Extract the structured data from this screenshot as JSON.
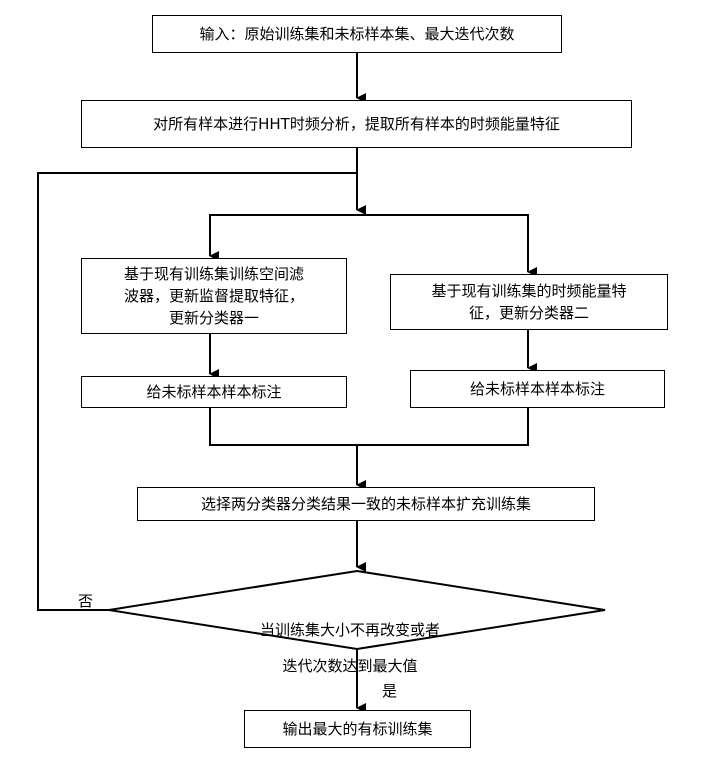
{
  "flowchart": {
    "input": "输入：原始训练集和未标样本集、最大迭代次数",
    "hht": "对所有样本进行HHT时频分析，提取所有样本的时频能量特征",
    "branch_left": "基于现有训练集训练空间滤\n波器，更新监督提取特征，\n更新分类器一",
    "branch_right": "基于现有训练集的时频能量特\n征，更新分类器二",
    "label_left": "给未标样本样本标注",
    "label_right": "给未标样本样本标注",
    "select": "选择两分类器分类结果一致的未标样本扩充训练集",
    "decision": "当训练集大小不再改变或者\n迭代次数达到最大值",
    "no_label": "否",
    "yes_label": "是",
    "output": "输出最大的有标训练集"
  }
}
